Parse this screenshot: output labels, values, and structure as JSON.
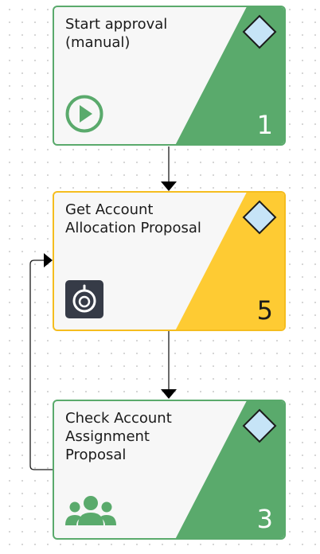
{
  "colors": {
    "approval_green": "#5aaa6c",
    "automation_yellow": "#fecb33",
    "card_background": "#f7f7f7",
    "gateway_fill": "#c6e4f7",
    "robot_badge": "#363b47"
  },
  "nodes": [
    {
      "title": "Start approval\n(manual)",
      "step": "1",
      "icon": "play-circle-icon",
      "gateway_icon": "diamond-gateway-icon"
    },
    {
      "title": "Get Account\nAllocation Proposal",
      "step": "5",
      "icon": "robot-icon",
      "gateway_icon": "diamond-gateway-icon"
    },
    {
      "title": "Check Account\nAssignment\nProposal",
      "step": "3",
      "icon": "users-group-icon",
      "gateway_icon": "diamond-gateway-icon"
    }
  ]
}
